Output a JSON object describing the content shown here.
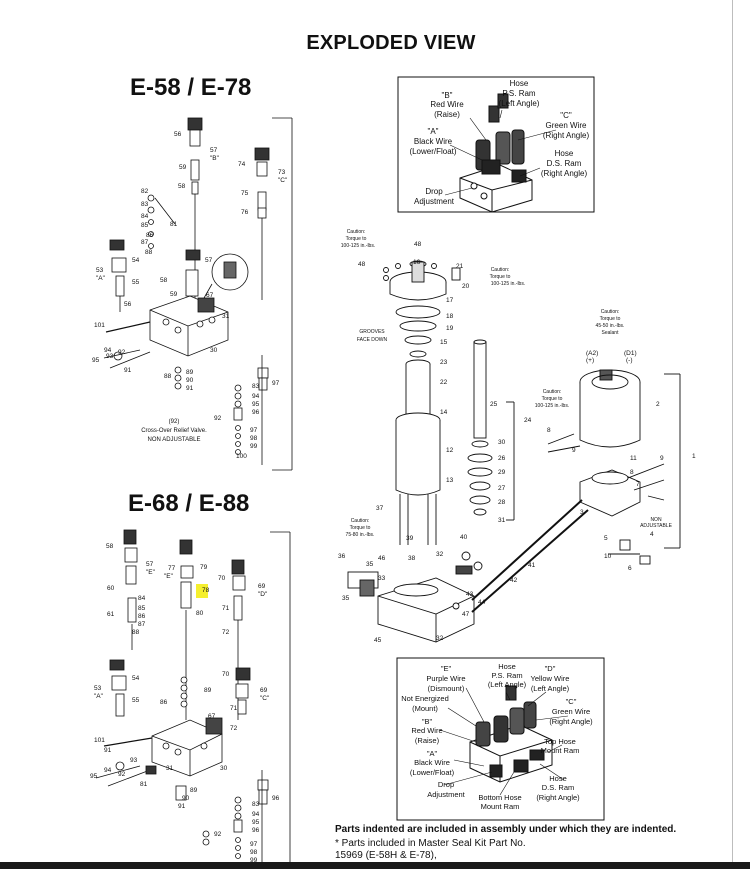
{
  "page_title": "EXPLODED VIEW",
  "sections": {
    "e58_title": "E-58 / E-78",
    "e68_title": "E-68 / E-88"
  },
  "callouts": {
    "top_box": {
      "hose_ps": [
        "Hose",
        "P.S. Ram",
        "(Left Angle)"
      ],
      "b_red": [
        "\"B\"",
        "Red Wire",
        "(Raise)"
      ],
      "c_green": [
        "\"C\"",
        "Green Wire",
        "(Right Angle)"
      ],
      "a_black": [
        "\"A\"",
        "Black Wire",
        "(Lower/Float)"
      ],
      "hose_ds": [
        "Hose",
        "D.S. Ram",
        "(Right Angle)"
      ],
      "drop": [
        "Drop",
        "Adjustment"
      ]
    },
    "bottom_box": {
      "e_purple": [
        "\"E\"",
        "Purple Wire",
        "(Dismount)"
      ],
      "hose_ps": [
        "Hose",
        "P.S. Ram",
        "(Left Angle)"
      ],
      "d_yellow": [
        "\"D\"",
        "Yellow Wire",
        "(Left Angle)"
      ],
      "not_energized": [
        "Not Energized",
        "(Mount)"
      ],
      "c_green": [
        "\"C\"",
        "Green Wire",
        "(Right Angle)"
      ],
      "b_red": [
        "\"B\"",
        "Red Wire",
        "(Raise)"
      ],
      "top_hose": [
        "Top Hose",
        "Mount Ram"
      ],
      "a_black": [
        "\"A\"",
        "Black Wire",
        "(Lower/Float)"
      ],
      "hose_ds": [
        "Hose",
        "D.S. Ram",
        "(Right Angle)"
      ],
      "drop": [
        "Drop",
        "Adjustment"
      ],
      "bottom_hose": [
        "Bottom Hose",
        "Mount Ram"
      ]
    },
    "cautions": {
      "c1": [
        "Caution:",
        "Torque to",
        "100-125 in.-lbs."
      ],
      "c2": [
        "Caution:",
        "Torque to",
        "100-125 in.-lbs."
      ],
      "c3": [
        "Caution:",
        "Torque to",
        "45-50 in.-lbs.",
        "Sealant"
      ],
      "c4": [
        "Caution:",
        "Torque to",
        "100-125 in.-lbs."
      ],
      "c5": [
        "Caution:",
        "Torque to",
        "75-80 in.-lbs."
      ]
    },
    "grooves": [
      "GROOVES",
      "FACE DOWN"
    ],
    "a2": [
      "(A2)",
      "(+)"
    ],
    "d1": [
      "(D1)",
      "(-)"
    ],
    "non_adj": [
      "NON",
      "ADJUSTABLE"
    ],
    "cross_over": [
      "(92)",
      "Cross-Over Relief Valve.",
      "NON ADJUSTABLE"
    ]
  },
  "footnotes": {
    "line1": "Parts indented are included in assembly under which they are indented.",
    "line2": "* Parts included in Master Seal Kit Part No.",
    "line3": "15969 (E-58H & E-78),"
  }
}
